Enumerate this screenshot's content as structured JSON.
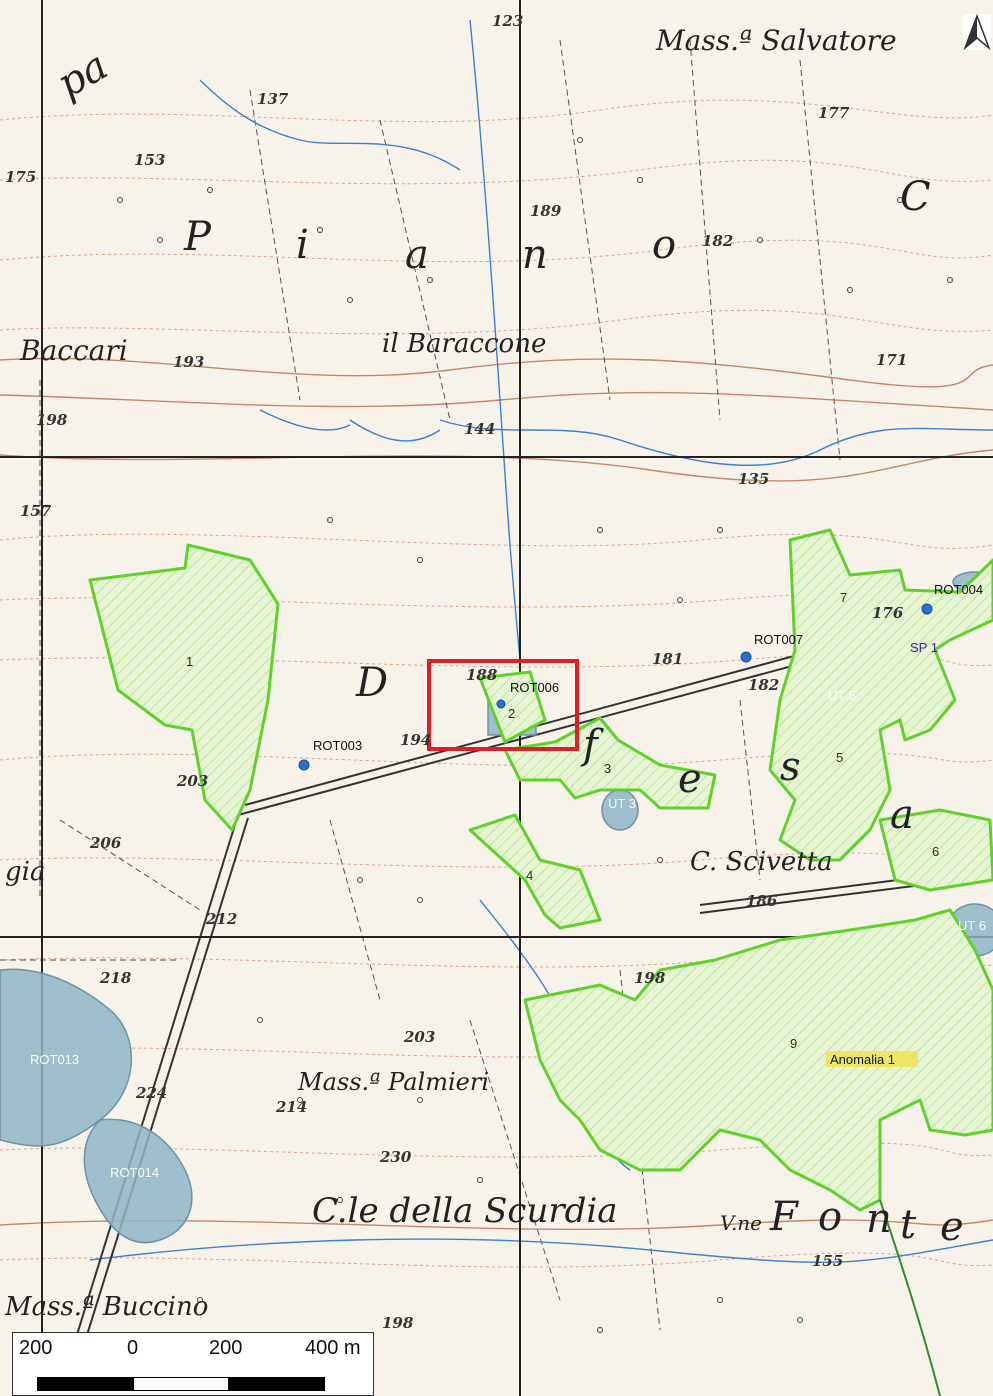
{
  "map": {
    "place_names": {
      "mass_salvatore": "Mass.ª Salvatore",
      "baccari": "Baccari",
      "il_baraccone": "il Baraccone",
      "c_scivetta": "C. Scivetta",
      "mass_palmieri": "Mass.ª Palmieri",
      "c_della_scurdia": "C.le della Scurdia",
      "mass_buccino": "Mass.ª Buccino",
      "gia": "gia",
      "vne": "V.ne"
    },
    "big_letters": {
      "p": "P",
      "i": "i",
      "a": "a",
      "n": "n",
      "o": "o",
      "c": "C",
      "d": "D",
      "s": "s",
      "e": "e",
      "f": "f",
      "a2": "a",
      "fo": "F",
      "fo2": "o",
      "fo3": "n",
      "fo4": "t",
      "fo5": "e",
      "pa": "pa"
    },
    "elevations": {
      "e123": "123",
      "e137": "137",
      "e153": "153",
      "e175": "175",
      "e177": "177",
      "e189": "189",
      "e182a": "182",
      "e193": "193",
      "e198a": "198",
      "e171": "171",
      "e144": "144",
      "e135": "135",
      "e157": "157",
      "e176": "176",
      "e181": "181",
      "e188": "188",
      "e182b": "182",
      "e194": "194",
      "e203a": "203",
      "e206": "206",
      "e212": "212",
      "e186": "186",
      "e218": "218",
      "e198b": "198",
      "e203b": "203",
      "e224": "224",
      "e214": "214",
      "e230": "230",
      "e155": "155",
      "e198c": "198"
    },
    "points": {
      "rot003": "ROT003",
      "rot004": "ROT004",
      "rot006": "ROT006",
      "rot007": "ROT007"
    },
    "areas": {
      "rot013": "ROT013",
      "rot014": "ROT014",
      "ut3": "UT 3",
      "ut5": "UT 5",
      "ut6": "UT 6",
      "sp1": "SP 1"
    },
    "parcels": [
      "1",
      "2",
      "3",
      "4",
      "5",
      "6",
      "7",
      "9"
    ],
    "anomaly_label": "Anomalia 1",
    "colors": {
      "parcel_stroke": "#5fd22a",
      "parcel_fill": "#e3f3cf",
      "water_fill": "#8fb4c6",
      "highlight_box": "#e01f25",
      "point": "#2a6fd1",
      "anomaly": "#f2e24a"
    }
  },
  "scale_bar": {
    "labels": [
      "200",
      "0",
      "200",
      "400 m"
    ]
  },
  "north_arrow": {
    "icon": "north-arrow-icon"
  }
}
